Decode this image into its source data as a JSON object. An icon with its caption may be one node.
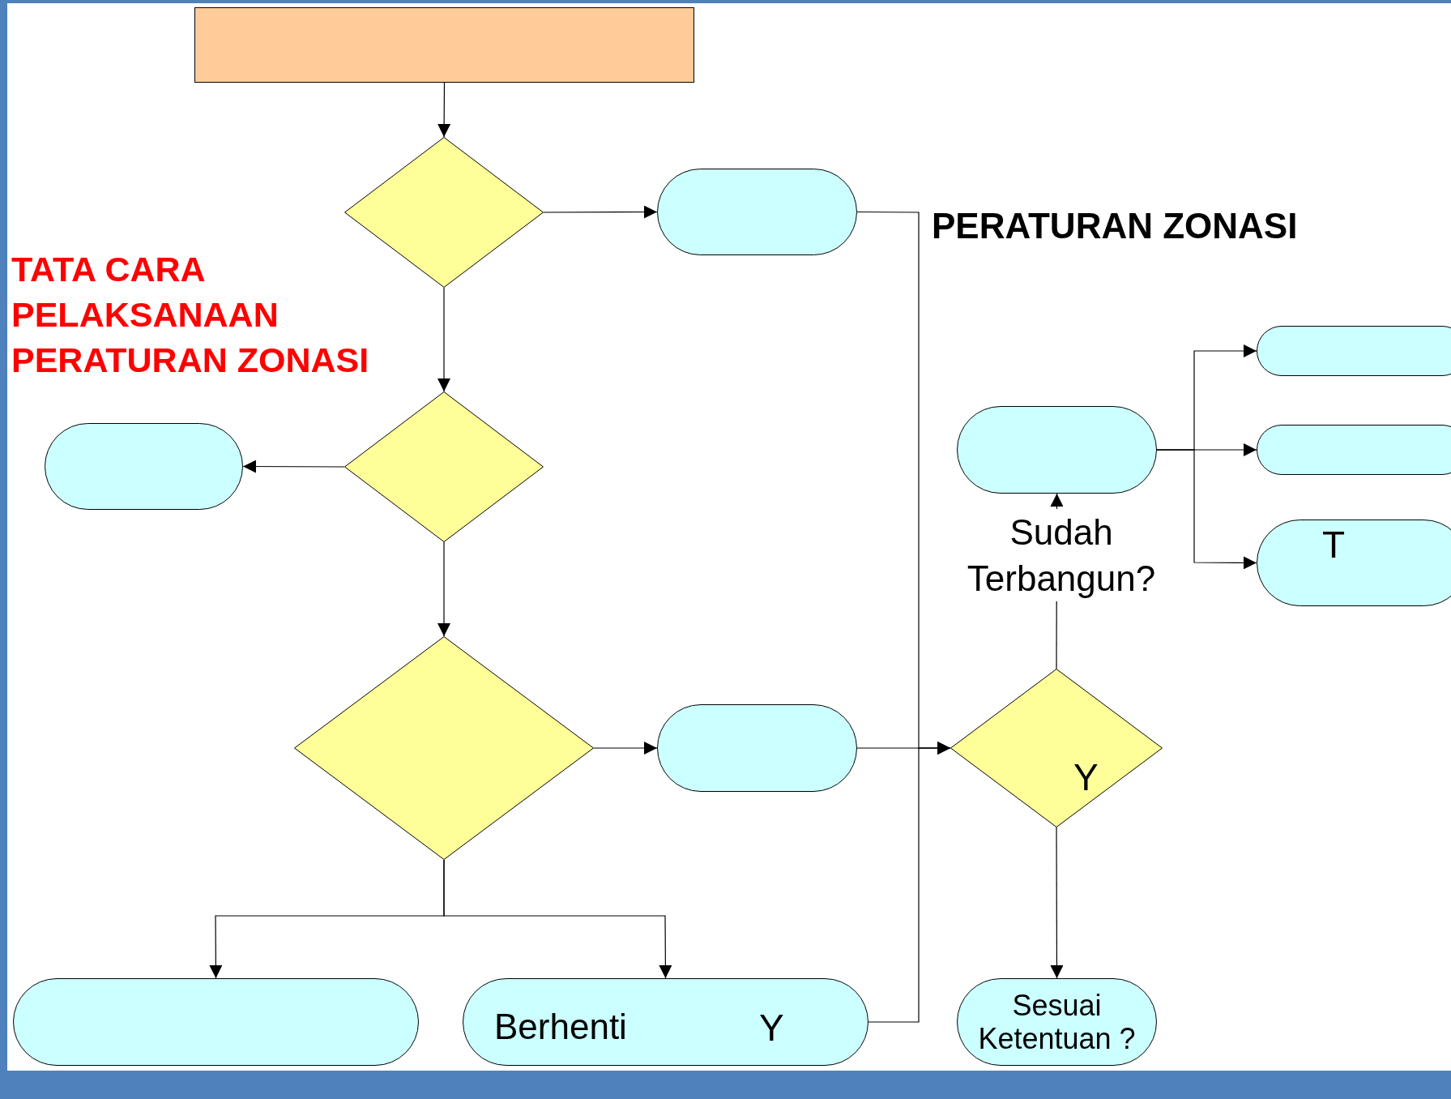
{
  "diagram": {
    "title": "TATA CARA PELAKSANAAN PERATURAN ZONASI",
    "nodes": [
      {
        "text": [],
        "shape": "box"
      },
      {
        "text": [],
        "shape": "diamond"
      },
      {
        "text": [],
        "shape": "box"
      },
      {
        "text": [],
        "shape": "diamond"
      },
      {
        "text": [],
        "shape": "box"
      },
      {
        "text": [],
        "shape": "diamond"
      },
      {
        "text": [],
        "shape": "box"
      },
      {
        "text": [
          "Y"
        ]
      },
      {
        "text": [],
        "shape": "box"
      },
      {
        "text": [],
        "shape": "box"
      },
      {
        "text": [],
        "shape": "box"
      },
      {
        "text": [
          "T"
        ]
      },
      {
        "text": [],
        "shape": "box"
      },
      {
        "text": [
          "Y"
        ]
      },
      {
        "text": [
          "Sesuai Ketentuan ?"
        ]
      }
    ],
    "edges": [
      {
        "from": 0,
        "to": 1,
        "arrow": "to"
      },
      {
        "from": 1,
        "to": 2,
        "arrow": "to"
      },
      {
        "from": 1,
        "to": 3,
        "arrow": "to"
      },
      {
        "from": 3,
        "to": 4,
        "arrow": "to"
      },
      {
        "from": 3,
        "to": 5,
        "arrow": "to"
      },
      {
        "from": 5,
        "to": 6,
        "arrow": "to"
      },
      {
        "from": 5,
        "to": 12,
        "arrow": "to"
      },
      {
        "from": 5,
        "to": 13,
        "arrow": "to"
      },
      {
        "from": 2,
        "to": 7,
        "arrow": "to"
      },
      {
        "from": 6,
        "to": 7,
        "arrow": "to"
      },
      {
        "from": 13,
        "to": 7,
        "arrow": "to"
      },
      {
        "from": 7,
        "to": 8,
        "arrow": "to"
      },
      {
        "from": 7,
        "to": 14,
        "arrow": "to"
      },
      {
        "from": 8,
        "to": 9,
        "arrow": "to"
      },
      {
        "from": 8,
        "to": 10,
        "arrow": "to"
      },
      {
        "from": 8,
        "to": 11,
        "arrow": "to"
      }
    ],
    "labels": [
      "PERATURAN ZONASI",
      "Sudah Terbangun?",
      "Berhenti"
    ]
  }
}
